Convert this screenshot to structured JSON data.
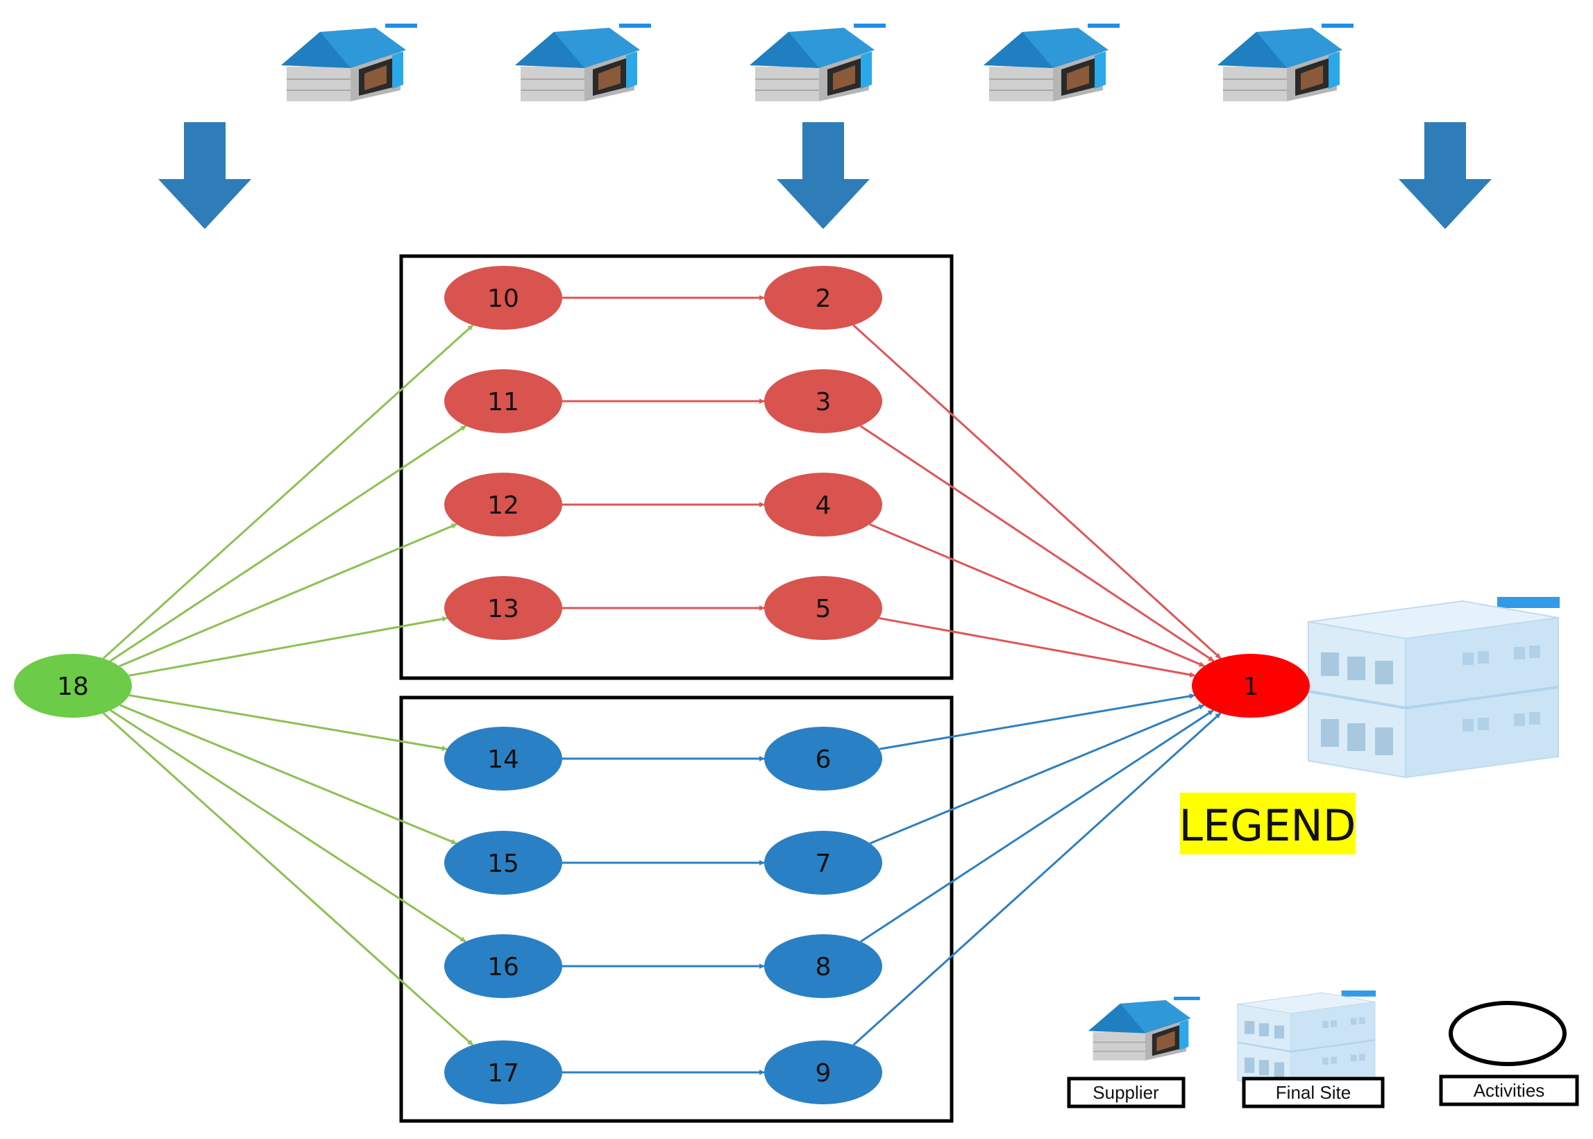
{
  "diagram": {
    "nodes": [
      {
        "id": "18",
        "label": "18",
        "group": "source"
      },
      {
        "id": "10",
        "label": "10",
        "group": "red"
      },
      {
        "id": "11",
        "label": "11",
        "group": "red"
      },
      {
        "id": "12",
        "label": "12",
        "group": "red"
      },
      {
        "id": "13",
        "label": "13",
        "group": "red"
      },
      {
        "id": "2",
        "label": "2",
        "group": "red"
      },
      {
        "id": "3",
        "label": "3",
        "group": "red"
      },
      {
        "id": "4",
        "label": "4",
        "group": "red"
      },
      {
        "id": "5",
        "label": "5",
        "group": "red"
      },
      {
        "id": "14",
        "label": "14",
        "group": "blue"
      },
      {
        "id": "15",
        "label": "15",
        "group": "blue"
      },
      {
        "id": "16",
        "label": "16",
        "group": "blue"
      },
      {
        "id": "17",
        "label": "17",
        "group": "blue"
      },
      {
        "id": "6",
        "label": "6",
        "group": "blue"
      },
      {
        "id": "7",
        "label": "7",
        "group": "blue"
      },
      {
        "id": "8",
        "label": "8",
        "group": "blue"
      },
      {
        "id": "9",
        "label": "9",
        "group": "blue"
      },
      {
        "id": "1",
        "label": "1",
        "group": "sink"
      }
    ],
    "edges": [
      {
        "from": "18",
        "to": "10",
        "color": "green"
      },
      {
        "from": "18",
        "to": "11",
        "color": "green"
      },
      {
        "from": "18",
        "to": "12",
        "color": "green"
      },
      {
        "from": "18",
        "to": "13",
        "color": "green"
      },
      {
        "from": "18",
        "to": "14",
        "color": "green"
      },
      {
        "from": "18",
        "to": "15",
        "color": "green"
      },
      {
        "from": "18",
        "to": "16",
        "color": "green"
      },
      {
        "from": "18",
        "to": "17",
        "color": "green"
      },
      {
        "from": "10",
        "to": "2",
        "color": "red"
      },
      {
        "from": "11",
        "to": "3",
        "color": "red"
      },
      {
        "from": "12",
        "to": "4",
        "color": "red"
      },
      {
        "from": "13",
        "to": "5",
        "color": "red"
      },
      {
        "from": "14",
        "to": "6",
        "color": "blue"
      },
      {
        "from": "15",
        "to": "7",
        "color": "blue"
      },
      {
        "from": "16",
        "to": "8",
        "color": "blue"
      },
      {
        "from": "17",
        "to": "9",
        "color": "blue"
      },
      {
        "from": "2",
        "to": "1",
        "color": "red"
      },
      {
        "from": "3",
        "to": "1",
        "color": "red"
      },
      {
        "from": "4",
        "to": "1",
        "color": "red"
      },
      {
        "from": "5",
        "to": "1",
        "color": "red"
      },
      {
        "from": "6",
        "to": "1",
        "color": "blue"
      },
      {
        "from": "7",
        "to": "1",
        "color": "blue"
      },
      {
        "from": "8",
        "to": "1",
        "color": "blue"
      },
      {
        "from": "9",
        "to": "1",
        "color": "blue"
      }
    ],
    "supplier_icon_count": 5,
    "down_arrow_count": 3
  },
  "legend": {
    "title": "LEGEND",
    "items": [
      {
        "icon": "supplier-warehouse-icon",
        "label": "Supplier"
      },
      {
        "icon": "final-site-building-icon",
        "label": "Final Site"
      },
      {
        "icon": "activity-ellipse-icon",
        "label": "Activities"
      }
    ]
  },
  "colors": {
    "red_node": "#D9534F",
    "blue_node": "#2A80C4",
    "source_node": "#6CCB47",
    "sink_node": "#FF0000",
    "red_edge": "#E05555",
    "blue_edge": "#2E7FC0",
    "green_edge": "#8CC152",
    "down_arrow": "#2E7DB8",
    "legend_highlight": "#FFFF00"
  }
}
